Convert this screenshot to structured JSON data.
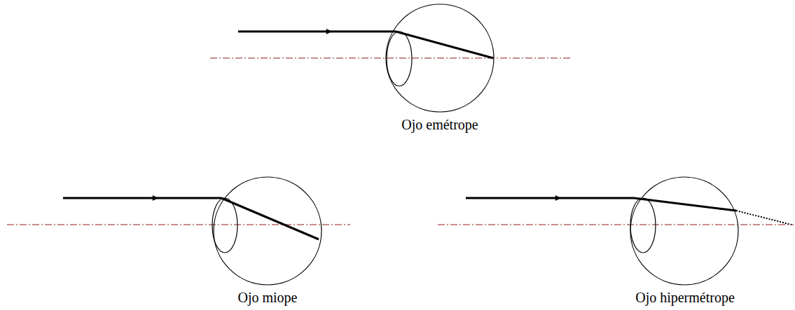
{
  "diagram": {
    "labels": [
      "Ojo emétrope",
      "Ojo miope",
      "Ojo hipermétrope"
    ]
  }
}
